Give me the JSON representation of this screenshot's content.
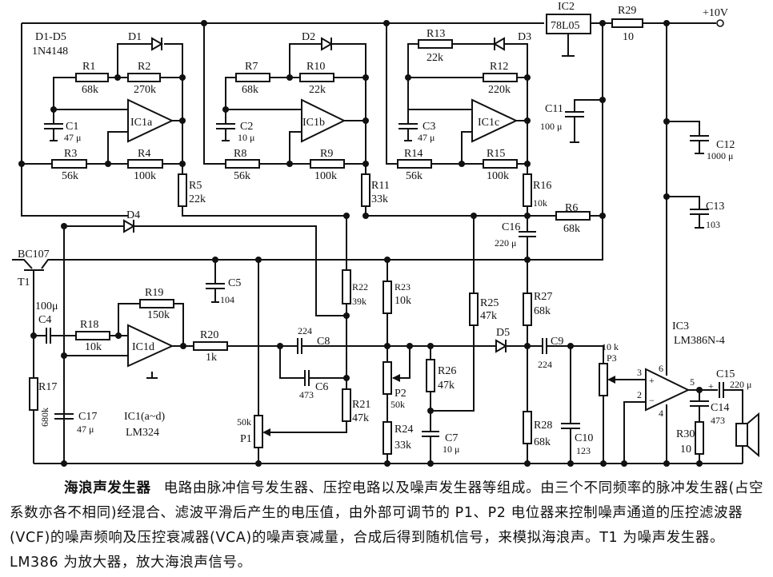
{
  "diagram": {
    "type": "circuit-schematic",
    "title": "海浪声发生器",
    "notes": {
      "diodes": "D1-D5",
      "diode_part": "1N4148",
      "ic1": "IC1(a~d)",
      "ic1_part": "LM324",
      "ic3": "IC3",
      "ic3_part": "LM386N-4",
      "supply": "+10V"
    },
    "components": {
      "R1": {
        "label": "R1",
        "value": "68k"
      },
      "R2": {
        "label": "R2",
        "value": "270k"
      },
      "R3": {
        "label": "R3",
        "value": "56k"
      },
      "R4": {
        "label": "R4",
        "value": "100k"
      },
      "R5": {
        "label": "R5",
        "value": "22k"
      },
      "R6": {
        "label": "R6",
        "value": "68k"
      },
      "R7": {
        "label": "R7",
        "value": "68k"
      },
      "R8": {
        "label": "R8",
        "value": "56k"
      },
      "R9": {
        "label": "R9",
        "value": "100k"
      },
      "R10": {
        "label": "R10",
        "value": "22k"
      },
      "R11": {
        "label": "R11",
        "value": "33k"
      },
      "R12": {
        "label": "R12",
        "value": "220k"
      },
      "R13": {
        "label": "R13",
        "value": "22k"
      },
      "R14": {
        "label": "R14",
        "value": "56k"
      },
      "R15": {
        "label": "R15",
        "value": "100k"
      },
      "R16": {
        "label": "R16",
        "value": "10k"
      },
      "R17": {
        "label": "R17",
        "value": "680k"
      },
      "R18": {
        "label": "R18",
        "value": "10k"
      },
      "R19": {
        "label": "R19",
        "value": "150k"
      },
      "R20": {
        "label": "R20",
        "value": "1k"
      },
      "R21": {
        "label": "R21",
        "value": "47k"
      },
      "R22": {
        "label": "R22",
        "value": "39k"
      },
      "R23": {
        "label": "R23",
        "value": "10k"
      },
      "R24": {
        "label": "R24",
        "value": "33k"
      },
      "R25": {
        "label": "R25",
        "value": "47k"
      },
      "R26": {
        "label": "R26",
        "value": "47k"
      },
      "R27": {
        "label": "R27",
        "value": "68k"
      },
      "R28": {
        "label": "R28",
        "value": "68k"
      },
      "R29": {
        "label": "R29",
        "value": "10"
      },
      "R30": {
        "label": "R30",
        "value": "10"
      },
      "C1": {
        "label": "C1",
        "value": "47 μ"
      },
      "C2": {
        "label": "C2",
        "value": "10 μ"
      },
      "C3": {
        "label": "C3",
        "value": "47 μ"
      },
      "C4": {
        "label": "C4",
        "value": "100μ"
      },
      "C5": {
        "label": "C5",
        "value": "104"
      },
      "C6": {
        "label": "C6",
        "value": "473"
      },
      "C7": {
        "label": "C7",
        "value": "10 μ"
      },
      "C8": {
        "label": "C8",
        "value": "224"
      },
      "C9": {
        "label": "C9",
        "value": "224"
      },
      "C10": {
        "label": "C10",
        "value": "123"
      },
      "C11": {
        "label": "C11",
        "value": "100 μ"
      },
      "C12": {
        "label": "C12",
        "value": "1000 μ"
      },
      "C13": {
        "label": "C13",
        "value": "103"
      },
      "C14": {
        "label": "C14",
        "value": "473"
      },
      "C15": {
        "label": "C15",
        "value": "220 μ"
      },
      "C16": {
        "label": "C16",
        "value": "220 μ"
      },
      "C17": {
        "label": "C17",
        "value": "47 μ"
      },
      "D1": {
        "label": "D1"
      },
      "D2": {
        "label": "D2"
      },
      "D3": {
        "label": "D3"
      },
      "D4": {
        "label": "D4"
      },
      "D5": {
        "label": "D5"
      },
      "P1": {
        "label": "P1",
        "value": "50k"
      },
      "P2": {
        "label": "P2",
        "value": "50k"
      },
      "P3": {
        "label": "P3",
        "value": "10 k"
      },
      "T1": {
        "label": "T1",
        "part": "BC107"
      },
      "IC1a": {
        "label": "IC1a"
      },
      "IC1b": {
        "label": "IC1b"
      },
      "IC1c": {
        "label": "IC1c"
      },
      "IC1d": {
        "label": "IC1d"
      },
      "IC2": {
        "label": "IC2",
        "part": "78L05"
      },
      "IC3": {
        "label": "IC3",
        "pins": [
          "3",
          "2",
          "6",
          "4",
          "5"
        ]
      }
    }
  },
  "caption": {
    "title": "海浪声发生器",
    "body": "电路由脉冲信号发生器、压控电路以及噪声发生器等组成。由三个不同频率的脉冲发生器(占空系数亦各不相同)经混合、滤波平滑后产生的电压值，由外部可调节的 P1、P2 电位器来控制噪声通道的压控滤波器(VCF)的噪声频响及压控衰减器(VCA)的噪声衰减量，合成后得到随机信号，来模拟海浪声。T1 为噪声发生器。LM386 为放大器，放大海浪声信号。"
  }
}
